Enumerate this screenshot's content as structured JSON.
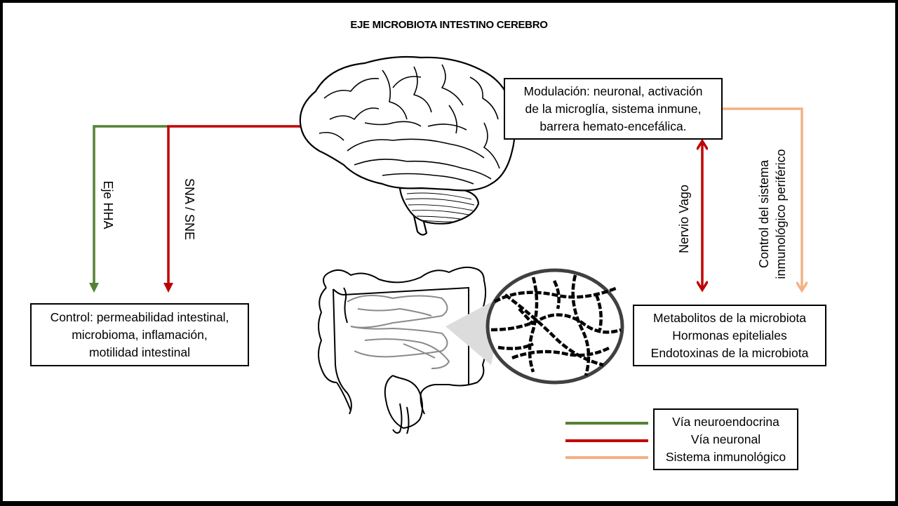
{
  "title": "EJE MICROBIOTA INTESTINO CEREBRO",
  "colors": {
    "neuroendocrine": "#548235",
    "neuronal": "#C00000",
    "immune": "#F4B183"
  },
  "boxes": {
    "brain_modulation": {
      "lines": [
        "Modulación: neuronal, activación",
        "de la microglía, sistema inmune,",
        "barrera hemato-encefálica."
      ]
    },
    "gut_control": {
      "lines": [
        "Control: permeabilidad intestinal,",
        "microbioma, inflamación,",
        "motilidad intestinal"
      ]
    },
    "microbiota_products": {
      "lines": [
        "Metabolitos de la microbiota",
        "Hormonas epiteliales",
        "Endotoxinas de la microbiota"
      ]
    }
  },
  "pathway_labels": {
    "hpa_axis": "Eje HHA",
    "ans_ens": "SNA / SNE",
    "vagus_nerve": "Nervio Vago",
    "immune_control_line1": "Control del sistema",
    "immune_control_line2": "inmunológico periférico"
  },
  "legend": {
    "items": [
      {
        "label": "Vía neuroendocrina",
        "color": "#548235"
      },
      {
        "label": "Vía neuronal",
        "color": "#C00000"
      },
      {
        "label": "Sistema inmunológico",
        "color": "#F4B183"
      }
    ]
  },
  "illustrations": {
    "brain": "brain-illustration",
    "intestine": "intestine-illustration",
    "microbiota_zoom": "microbiota-magnified-circle"
  }
}
